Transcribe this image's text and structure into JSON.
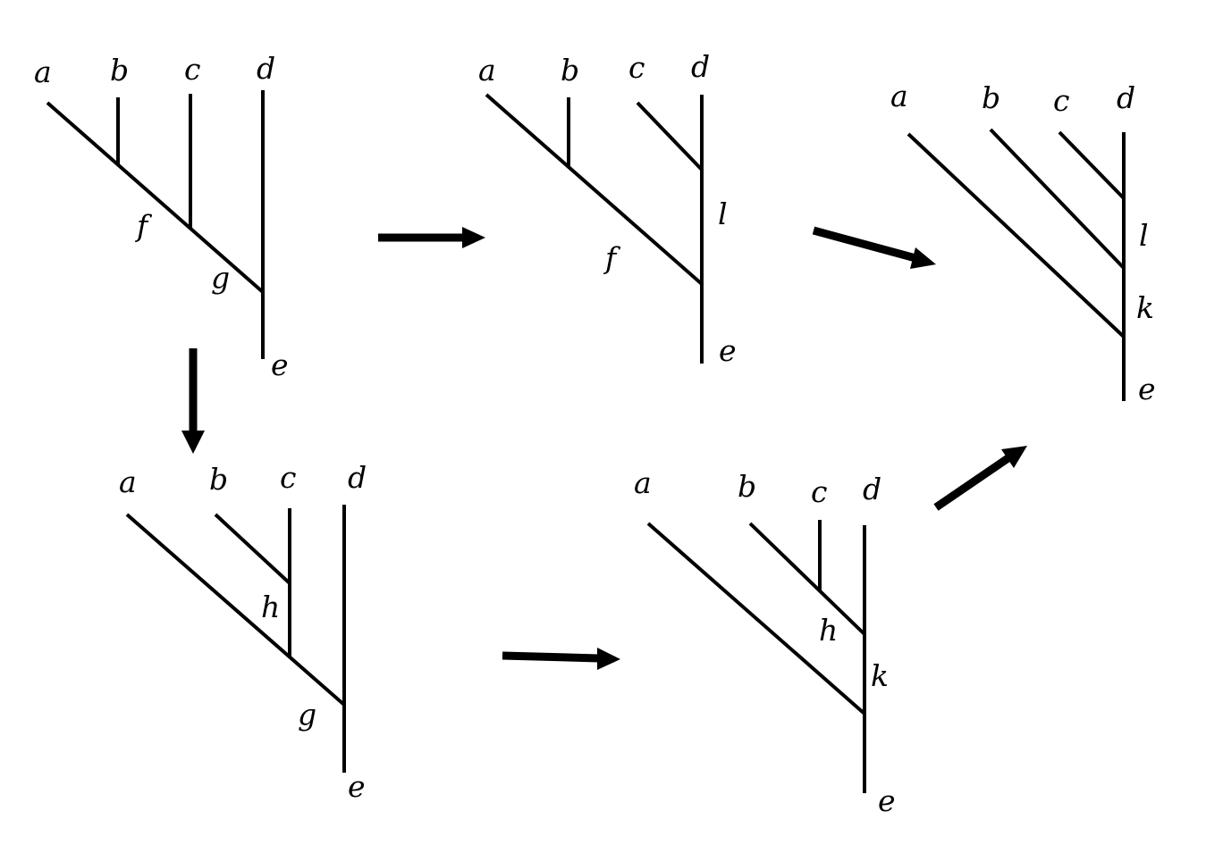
{
  "colors": {
    "ink": "#000000",
    "background": "#ffffff"
  },
  "trees": [
    {
      "id": "tree-1",
      "labels": {
        "a": "a",
        "b": "b",
        "c": "c",
        "d": "d",
        "e": "e",
        "n1": "f",
        "n2": "g"
      }
    },
    {
      "id": "tree-2",
      "labels": {
        "a": "a",
        "b": "b",
        "c": "c",
        "d": "d",
        "e": "e",
        "n1": "l",
        "n2": "f"
      }
    },
    {
      "id": "tree-3",
      "labels": {
        "a": "a",
        "b": "b",
        "c": "c",
        "d": "d",
        "e": "e",
        "n1": "l",
        "n2": "k"
      }
    },
    {
      "id": "tree-4",
      "labels": {
        "a": "a",
        "b": "b",
        "c": "c",
        "d": "d",
        "e": "e",
        "n1": "h",
        "n2": "g"
      }
    },
    {
      "id": "tree-5",
      "labels": {
        "a": "a",
        "b": "b",
        "c": "c",
        "d": "d",
        "e": "e",
        "n1": "h",
        "n2": "k"
      }
    }
  ],
  "arrows": [
    {
      "from": "tree-1",
      "to": "tree-2"
    },
    {
      "from": "tree-2",
      "to": "tree-3"
    },
    {
      "from": "tree-1",
      "to": "tree-4"
    },
    {
      "from": "tree-4",
      "to": "tree-5"
    },
    {
      "from": "tree-5",
      "to": "tree-3"
    }
  ]
}
